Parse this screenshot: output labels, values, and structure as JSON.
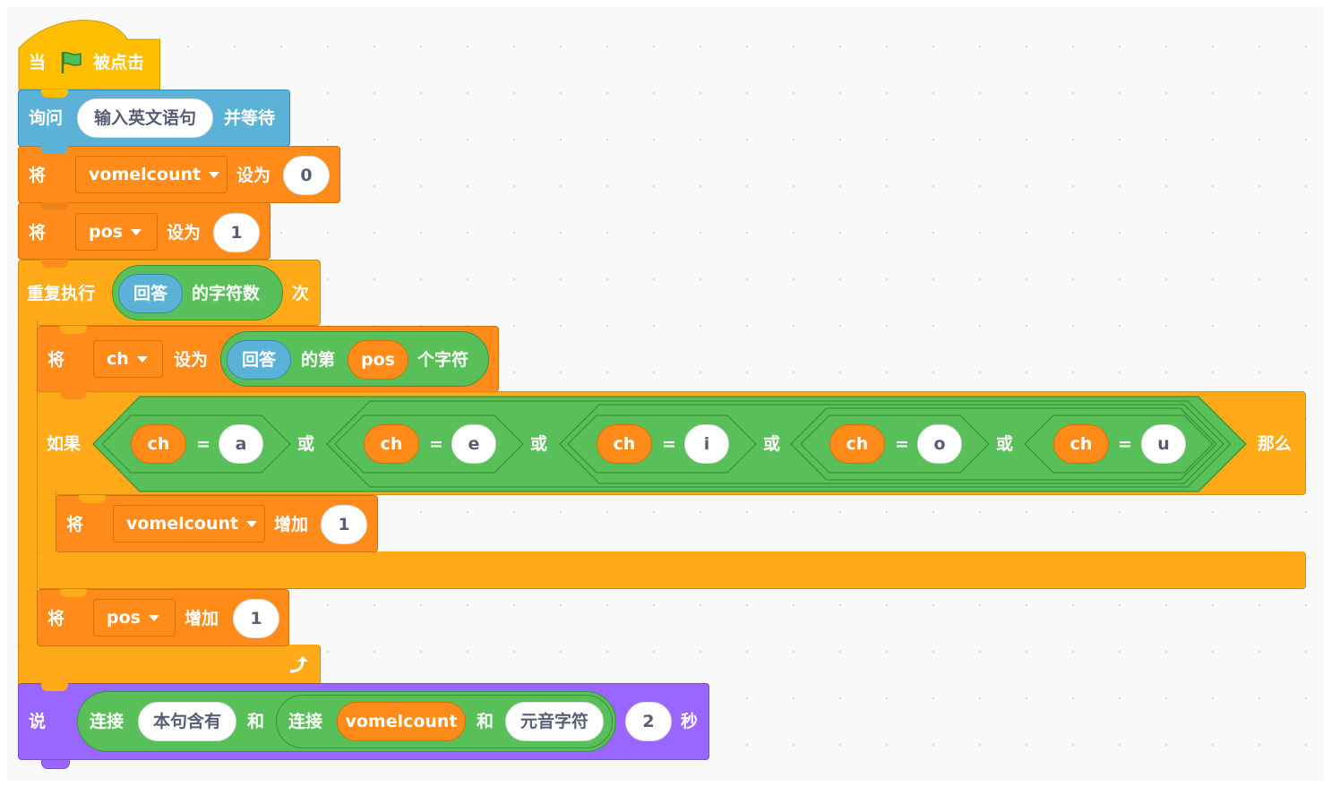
{
  "hat": {
    "when": "当",
    "clicked": "被点击",
    "flag_icon": "green-flag-icon"
  },
  "ask": {
    "label": "询问",
    "prompt": "输入英文语句",
    "suffix": "并等待"
  },
  "set_vowel": {
    "label": "将",
    "variable": "vomelcount",
    "op": "设为",
    "value": "0"
  },
  "set_pos": {
    "label": "将",
    "variable": "pos",
    "op": "设为",
    "value": "1"
  },
  "repeat": {
    "label": "重复执行",
    "answer": "回答",
    "length_of": "的字符数",
    "times": "次",
    "loop_icon": "loop-arrow-icon"
  },
  "set_ch": {
    "label": "将",
    "variable": "ch",
    "op": "设为",
    "answer": "回答",
    "letter_of": "的第",
    "index_var": "pos",
    "suffix": "个字符"
  },
  "if_block": {
    "label": "如果",
    "then": "那么",
    "or": "或",
    "eq": "=",
    "conditions": [
      {
        "var": "ch",
        "value": "a"
      },
      {
        "var": "ch",
        "value": "e"
      },
      {
        "var": "ch",
        "value": "i"
      },
      {
        "var": "ch",
        "value": "o"
      },
      {
        "var": "ch",
        "value": "u"
      }
    ]
  },
  "change_vowel": {
    "label": "将",
    "variable": "vomelcount",
    "op": "增加",
    "value": "1"
  },
  "change_pos": {
    "label": "将",
    "variable": "pos",
    "op": "增加",
    "value": "1"
  },
  "say": {
    "label": "说",
    "join": "连接",
    "text1": "本句含有",
    "and": "和",
    "join2": "连接",
    "var": "vomelcount",
    "and2": "和",
    "text2": "元音字符",
    "secs": "2",
    "secs_label": "秒"
  },
  "colors": {
    "events": "#FFBF00",
    "sensing": "#5CB1D6",
    "variables": "#FF8C1A",
    "control": "#FFAB19",
    "operators": "#59C059",
    "looks": "#9966FF"
  }
}
